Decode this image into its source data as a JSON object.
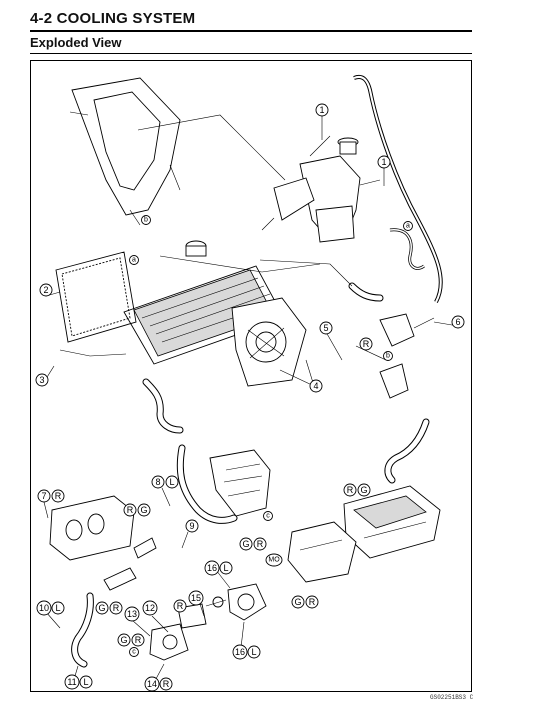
{
  "header": {
    "page_title": "4-2 COOLING SYSTEM",
    "section_title": "Exploded View"
  },
  "figure": {
    "code": "GS02251BS3 C"
  },
  "callouts": {
    "c1a": "1",
    "c1b": "1",
    "c2": "2",
    "c3": "3",
    "c4": "4",
    "c5": "5",
    "c6": "6",
    "c7": "7",
    "c8": "8",
    "c9": "9",
    "c10": "10",
    "c11": "11",
    "c12": "12",
    "c13": "13",
    "c14": "14",
    "c15": "15",
    "c16a": "16",
    "c16b": "16"
  },
  "markers": {
    "a1": "a",
    "a2": "a",
    "b1": "b",
    "b2": "b",
    "c1": "c",
    "c2": "c",
    "R": "R",
    "L": "L",
    "G": "G",
    "MO": "MO"
  }
}
